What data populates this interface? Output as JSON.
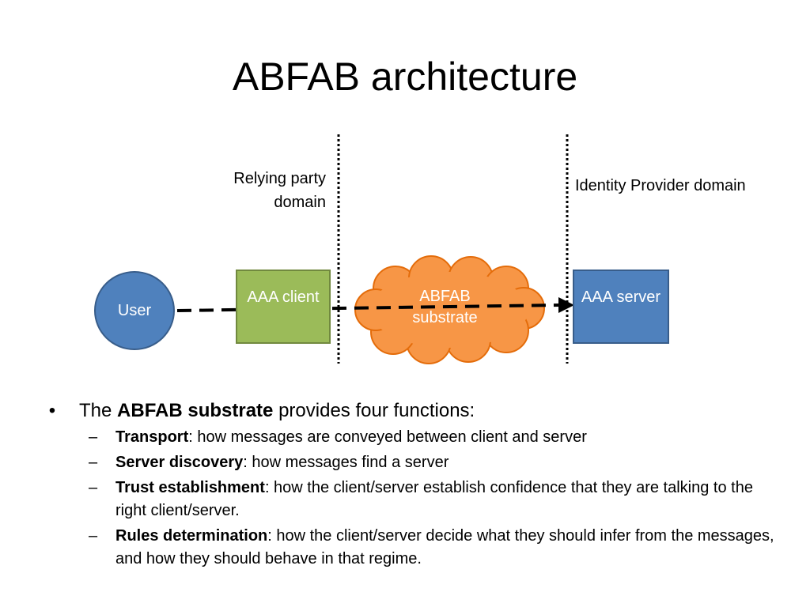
{
  "slide": {
    "title": "ABFAB architecture"
  },
  "diagram": {
    "relying_party_label": "Relying party domain",
    "identity_provider_label": "Identity Provider domain",
    "user_label": "User",
    "aaa_client_label": "AAA client",
    "substrate_label": "ABFAB substrate",
    "aaa_server_label": "AAA server",
    "colors": {
      "user_fill": "#4f81bd",
      "client_fill": "#9bbb59",
      "cloud_fill": "#f79646",
      "server_fill": "#4f81bd"
    }
  },
  "bullets": {
    "main_marker": "•",
    "main_prefix": "The ",
    "main_bold": "ABFAB substrate",
    "main_suffix": " provides four functions:",
    "sub_marker": "–",
    "items": [
      {
        "term": "Transport",
        "text": ": how messages are conveyed between client and server"
      },
      {
        "term": "Server discovery",
        "text": ": how messages find a server"
      },
      {
        "term": "Trust establishment",
        "text": ": how the client/server establish confidence that they are talking to the right client/server."
      },
      {
        "term": "Rules determination",
        "text": ": how the client/server decide what they should infer from the messages, and how they should behave in that regime."
      }
    ]
  }
}
